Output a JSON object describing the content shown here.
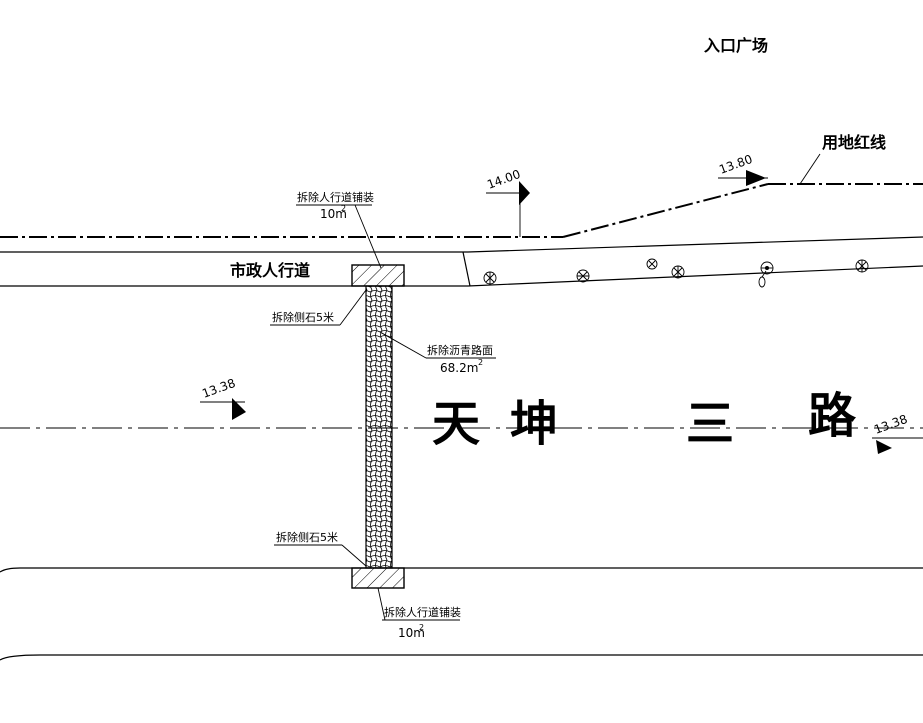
{
  "labels": {
    "entrance_plaza": "入口广场",
    "land_redline": "用地红线",
    "municipal_sidewalk": "市政人行道",
    "road_name": [
      "天",
      "坤",
      "三",
      "路"
    ]
  },
  "elevations": {
    "e1": "14.00",
    "e2": "13.80",
    "e3": "13.38",
    "e4": "13.38"
  },
  "callouts": {
    "top_paving": {
      "text": "拆除人行道铺装",
      "area": "10m",
      "sup": "2"
    },
    "curb_top": {
      "text": "拆除侧石5米"
    },
    "asphalt": {
      "text": "拆除沥青路面",
      "area": "68.2m",
      "sup": "2"
    },
    "curb_bottom": {
      "text": "拆除侧石5米"
    },
    "bottom_paving": {
      "text": "拆除人行道铺装",
      "area": "10m",
      "sup": "2"
    }
  },
  "colors": {
    "line": "#000000",
    "background": "#ffffff"
  }
}
